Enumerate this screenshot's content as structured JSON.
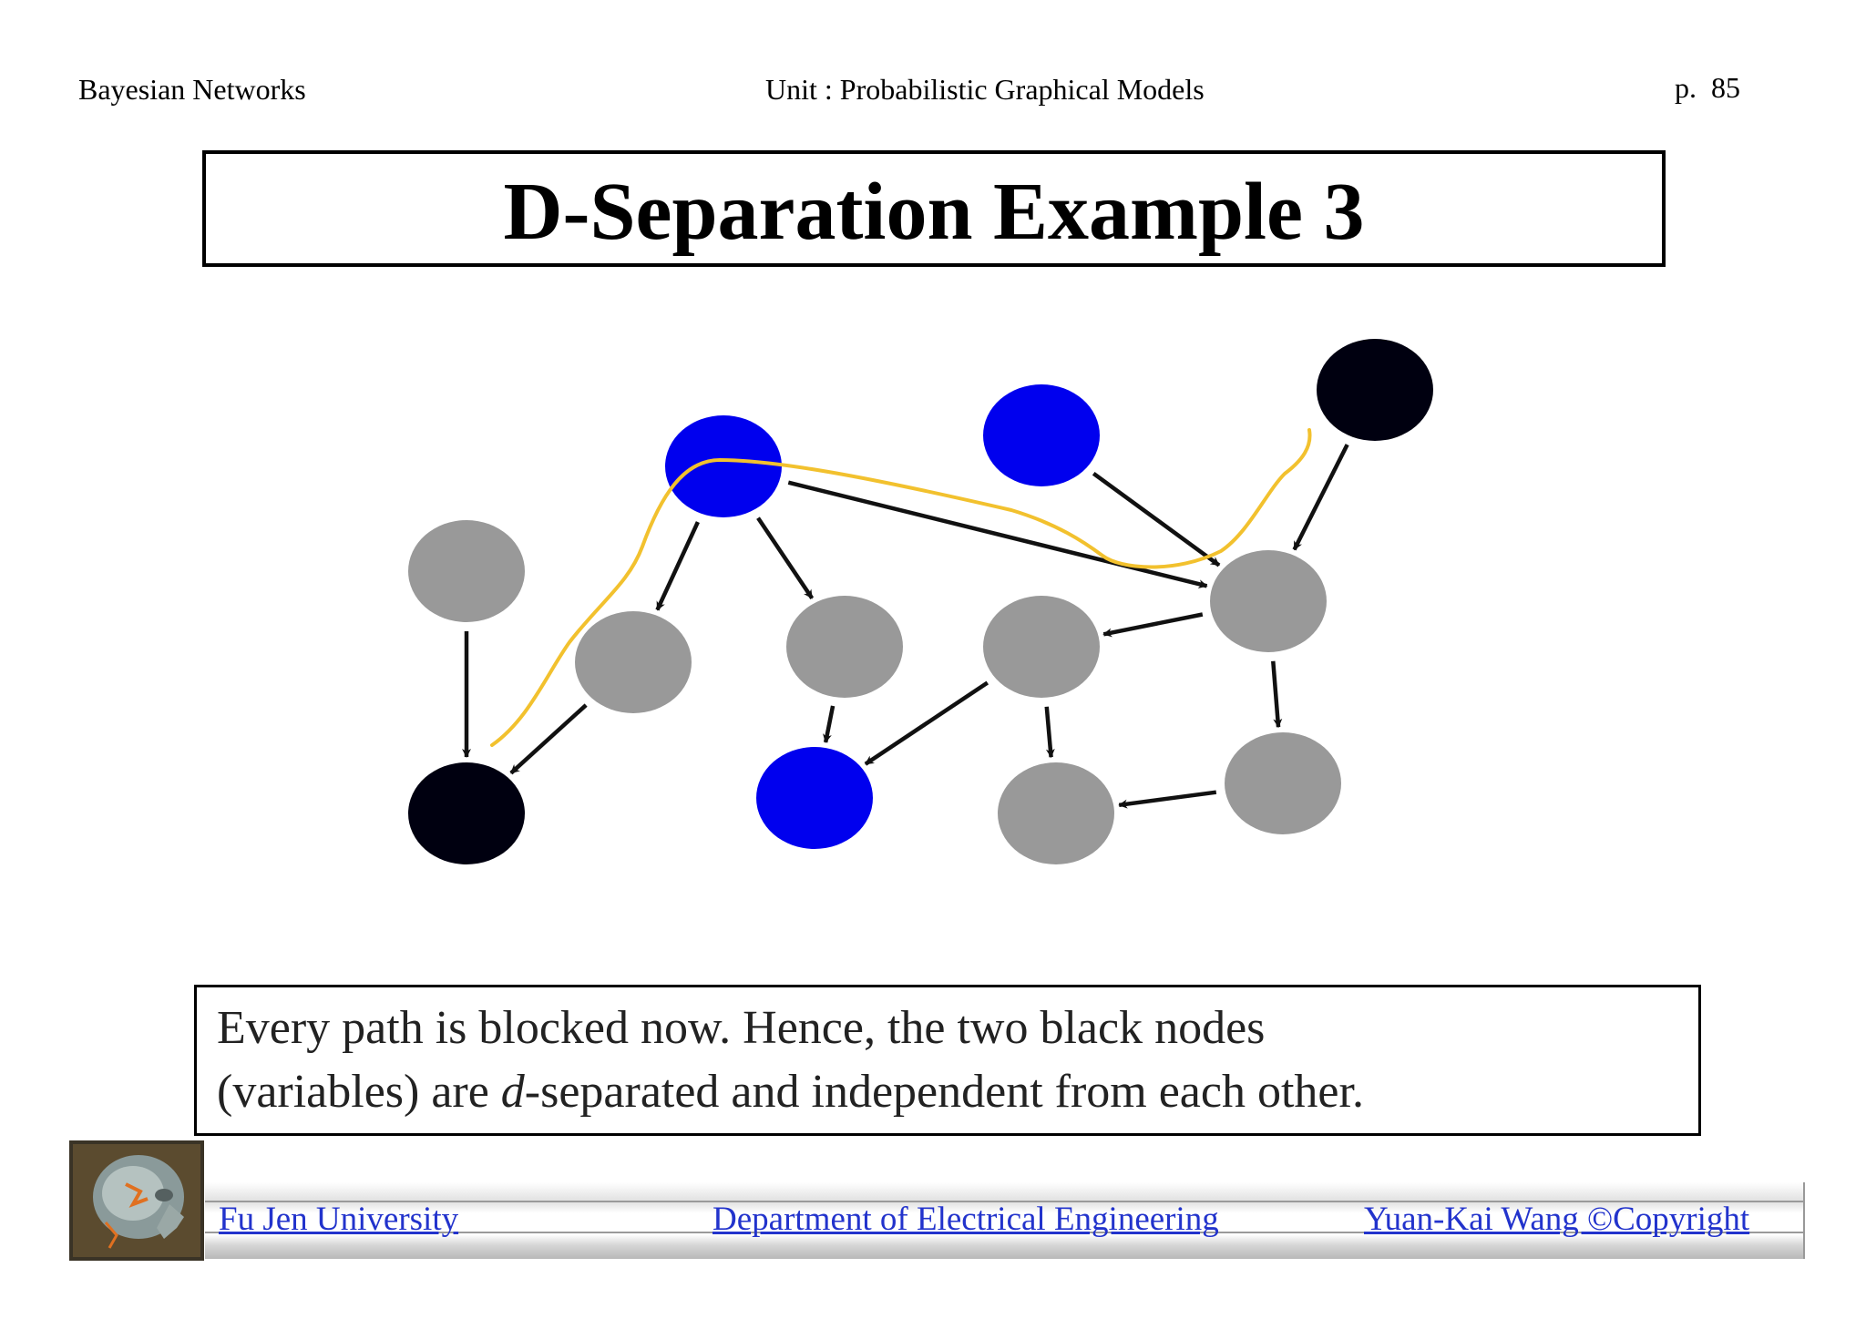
{
  "header": {
    "left": "Bayesian Networks",
    "center": "Unit : Probabilistic Graphical Models",
    "page_prefix": "p.",
    "page_number": "85"
  },
  "title": "D-Separation Example 3",
  "diagram": {
    "colors": {
      "gray": "#999999",
      "blue": "#0000ee",
      "black": "#000010",
      "arrow": "#111111",
      "path": "#f2c12e"
    },
    "nodes": [
      {
        "id": "n_top_blue",
        "color": "blue"
      },
      {
        "id": "n_top_mid_blue",
        "color": "blue"
      },
      {
        "id": "n_top_black",
        "color": "black"
      },
      {
        "id": "n_left_gray",
        "color": "gray"
      },
      {
        "id": "n_mid_gray_a",
        "color": "gray"
      },
      {
        "id": "n_mid_gray_b",
        "color": "gray"
      },
      {
        "id": "n_mid_gray_c",
        "color": "gray"
      },
      {
        "id": "n_right_gray_hub",
        "color": "gray"
      },
      {
        "id": "n_bottom_black",
        "color": "black"
      },
      {
        "id": "n_bottom_blue",
        "color": "blue"
      },
      {
        "id": "n_bottom_gray_c",
        "color": "gray"
      },
      {
        "id": "n_bottom_gray_right",
        "color": "gray"
      }
    ],
    "edges": [
      {
        "from": "n_left_gray",
        "to": "n_bottom_black"
      },
      {
        "from": "n_mid_gray_a",
        "to": "n_bottom_black"
      },
      {
        "from": "n_top_blue",
        "to": "n_mid_gray_a"
      },
      {
        "from": "n_top_blue",
        "to": "n_mid_gray_b"
      },
      {
        "from": "n_top_blue",
        "to": "n_right_gray_hub"
      },
      {
        "from": "n_top_mid_blue",
        "to": "n_right_gray_hub"
      },
      {
        "from": "n_top_black",
        "to": "n_right_gray_hub"
      },
      {
        "from": "n_right_gray_hub",
        "to": "n_mid_gray_c"
      },
      {
        "from": "n_right_gray_hub",
        "to": "n_bottom_gray_right"
      },
      {
        "from": "n_mid_gray_b",
        "to": "n_bottom_blue"
      },
      {
        "from": "n_mid_gray_c",
        "to": "n_bottom_blue"
      },
      {
        "from": "n_mid_gray_c",
        "to": "n_bottom_gray_c"
      },
      {
        "from": "n_bottom_gray_right",
        "to": "n_bottom_gray_c"
      }
    ]
  },
  "caption": {
    "line1": "Every path is blocked now. Hence, the two black nodes",
    "line2_pre": "(variables) are ",
    "line2_italic": "d",
    "line2_post": "-separated and independent from each other."
  },
  "footer": {
    "left": "Fu Jen University",
    "center": "Department of Electrical Engineering",
    "right": "Yuan-Kai Wang ©Copyright",
    "logo_icon": "skull-xray-icon"
  }
}
